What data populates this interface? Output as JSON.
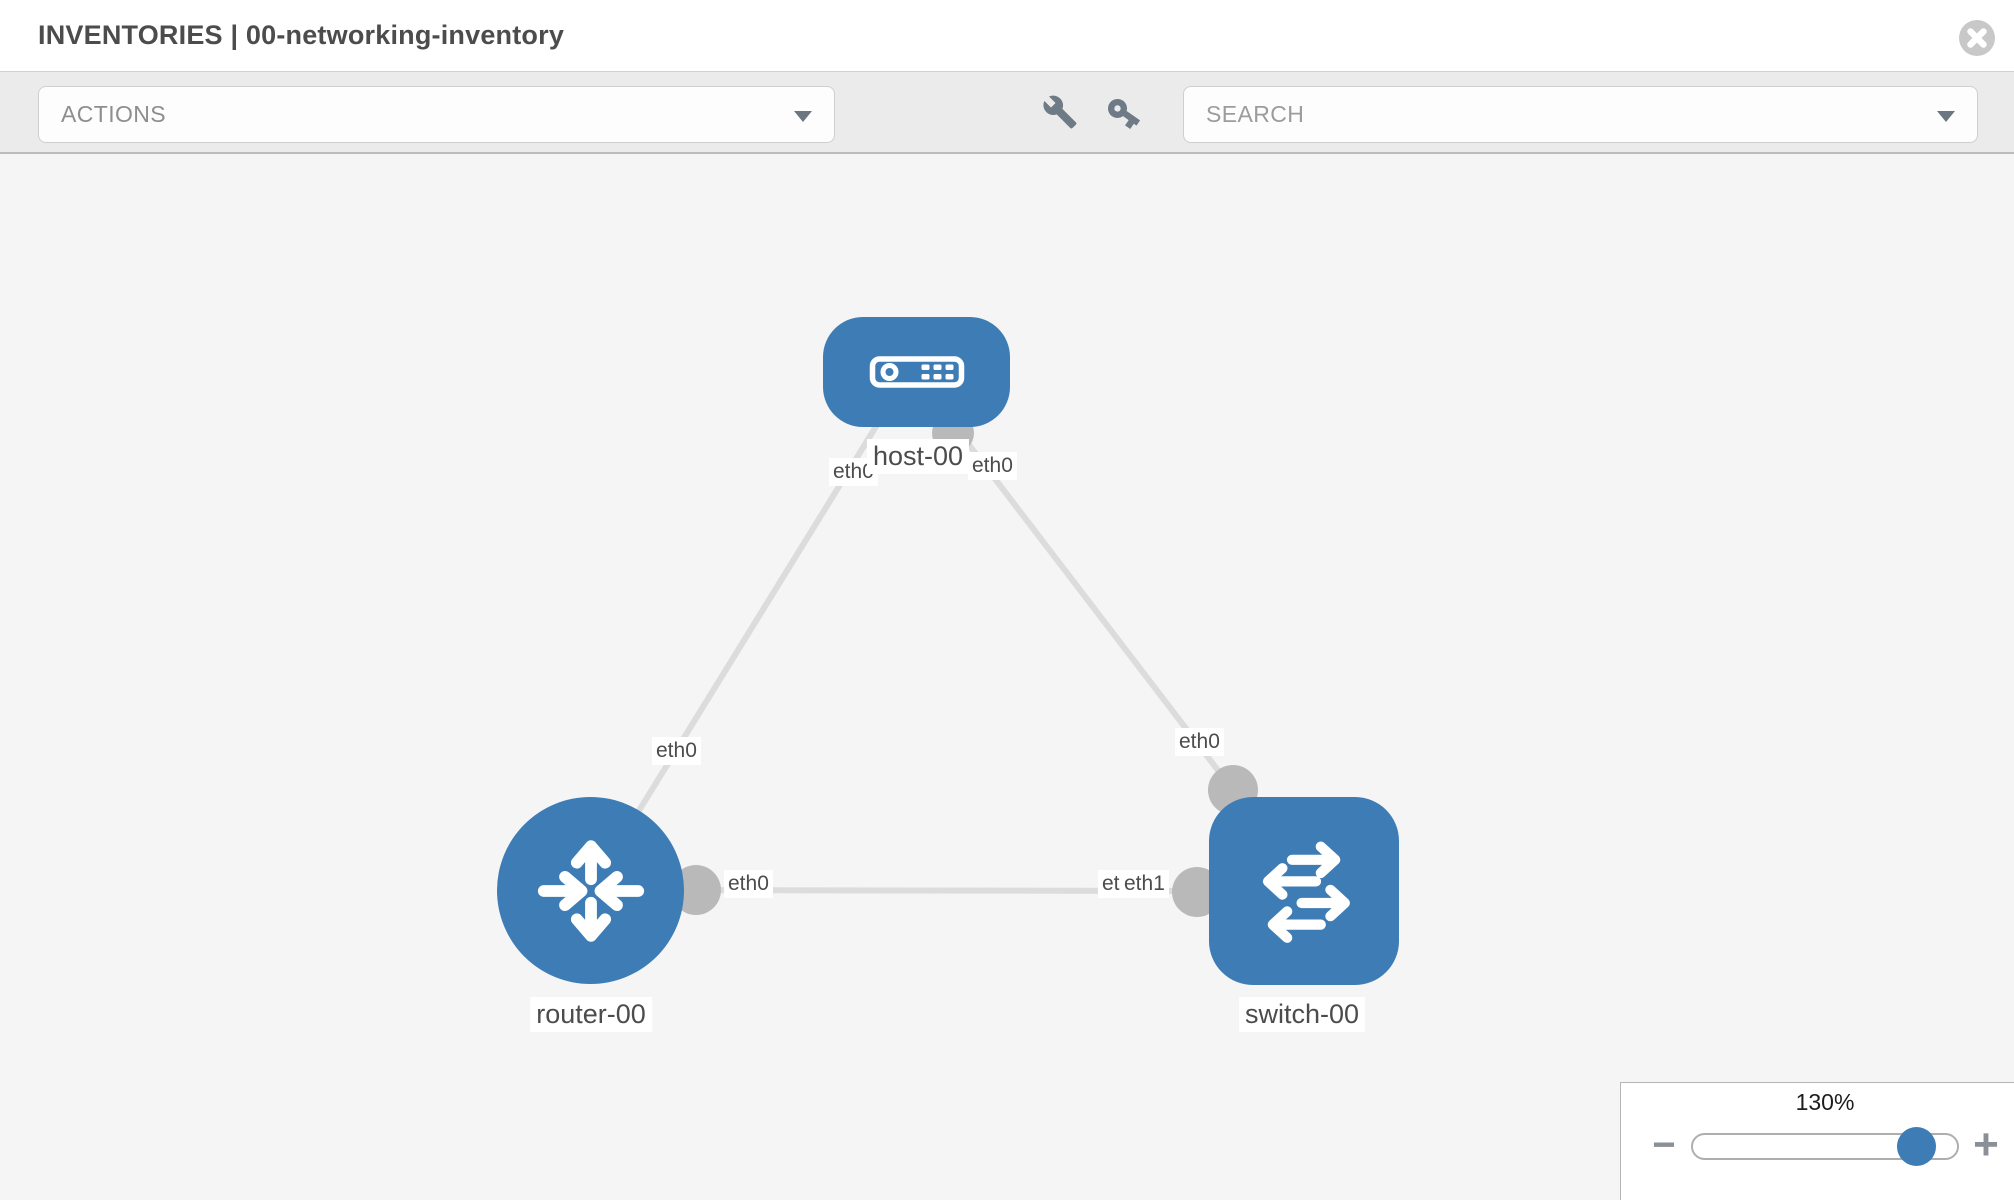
{
  "header": {
    "title": "INVENTORIES | 00-networking-inventory",
    "close_icon": "x-circle"
  },
  "toolbar": {
    "actions_label": "ACTIONS",
    "search_label": "SEARCH",
    "icons": [
      "wrench-icon",
      "key-icon",
      "chevron-down-icon"
    ]
  },
  "diagram": {
    "nodes": [
      {
        "id": "host-00",
        "label": "host-00",
        "type": "host",
        "icon": "server-icon"
      },
      {
        "id": "router-00",
        "label": "router-00",
        "type": "router",
        "icon": "router-arrows-icon"
      },
      {
        "id": "switch-00",
        "label": "switch-00",
        "type": "switch",
        "icon": "switch-arrows-icon"
      }
    ],
    "interfaces": {
      "host_left": "eth0",
      "host_right": "eth0",
      "near_router_top": "eth0",
      "near_switch_top": "eth0",
      "mid_link_router_side": "eth0",
      "mid_link_switch_under": "eth0",
      "mid_link_switch_over": "eth1"
    },
    "links": [
      {
        "source": "host-00",
        "target": "router-00",
        "source_interface": "eth0",
        "target_interface": "eth0"
      },
      {
        "source": "host-00",
        "target": "switch-00",
        "source_interface": "eth0",
        "target_interface": "eth0"
      },
      {
        "source": "router-00",
        "target": "switch-00",
        "source_interface": "eth0",
        "target_interface": "eth1"
      }
    ]
  },
  "zoom_control": {
    "level": "130%",
    "minus_label": "−",
    "plus_label": "+"
  },
  "colors": {
    "node_blue": "#3d7cb5",
    "link_gray": "#dcdcdc",
    "connector_gray": "#b9b9b9",
    "canvas_bg": "#f5f5f5",
    "toolbar_bg": "#ebebeb"
  }
}
